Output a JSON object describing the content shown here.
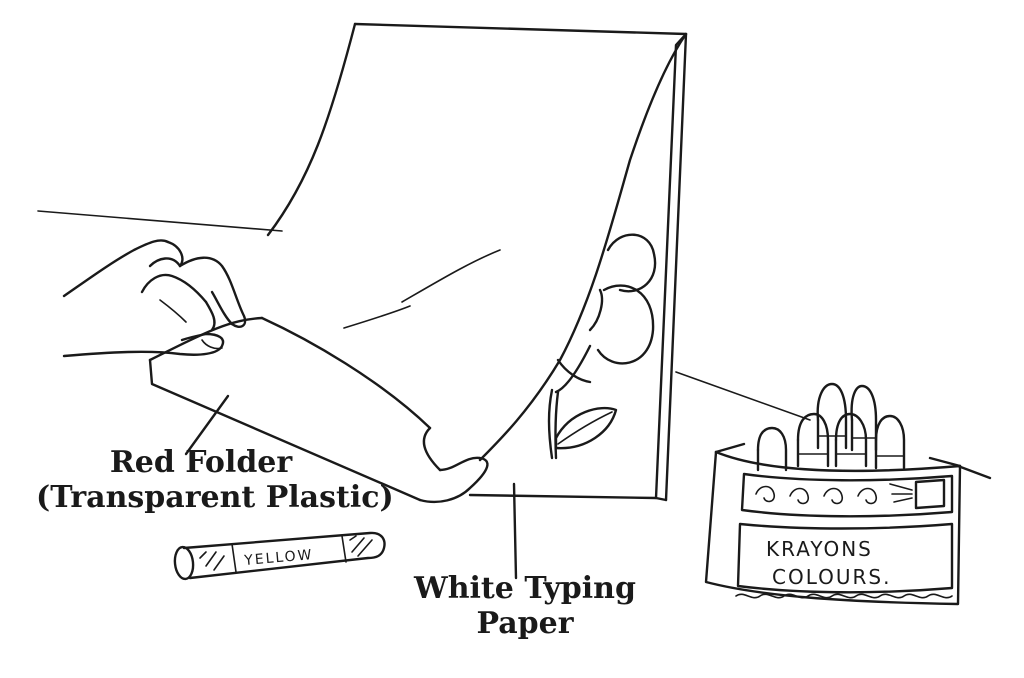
{
  "labels": {
    "folder_line1": "Red Folder",
    "folder_line2": "(Transparent Plastic)",
    "paper_line1": "White Typing",
    "paper_line2": "Paper"
  },
  "crayon_text": "YELLOW",
  "box_text_line1": "KRAYONS",
  "box_text_line2": "COLOURS.",
  "colors": {
    "ink": "#1a1a1a",
    "background": "#ffffff"
  }
}
